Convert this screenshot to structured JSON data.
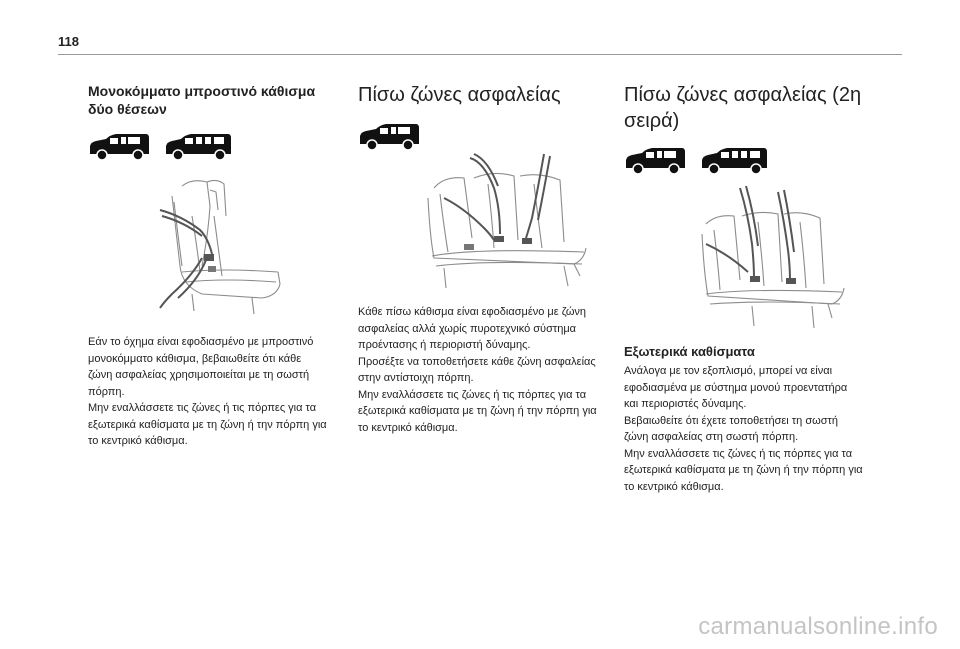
{
  "page": {
    "number": "118"
  },
  "col1": {
    "title": "Μονοκόμματο μπροστινό κάθισμα δύο θέσεων",
    "icons": [
      "van-short-icon",
      "van-long-icon"
    ],
    "paragraphs": [
      "Εάν το όχημα είναι εφοδιασμένο με μπροστινό μονοκόμματο κάθισμα, βεβαιωθείτε ότι κάθε ζώνη ασφαλείας χρησιμοποιείται με τη σωστή πόρπη.",
      "Μην εναλλάσσετε τις ζώνες ή τις πόρπες για τα εξωτερικά καθίσματα με τη ζώνη ή την πόρπη για το κεντρικό κάθισμα."
    ]
  },
  "col2": {
    "title": "Πίσω ζώνες ασφαλείας",
    "icons": [
      "van-short-icon"
    ],
    "paragraphs": [
      "Κάθε πίσω κάθισμα είναι εφοδιασμένο με ζώνη ασφαλείας αλλά χωρίς πυροτεχνικό σύστημα προέντασης ή περιοριστή δύναμης.",
      "Προσέξτε να τοποθετήσετε κάθε ζώνη ασφαλείας στην αντίστοιχη πόρπη.",
      "Μην εναλλάσσετε τις ζώνες ή τις πόρπες για τα εξωτερικά καθίσματα με τη ζώνη ή την πόρπη για το κεντρικό κάθισμα."
    ]
  },
  "col3": {
    "title": "Πίσω ζώνες ασφαλείας (2η σειρά)",
    "icons": [
      "van-short-icon",
      "van-long-icon"
    ],
    "subtitle": "Εξωτερικά καθίσματα",
    "paragraphs": [
      "Ανάλογα με τον εξοπλισμό, μπορεί να είναι εφοδιασμένα με σύστημα μονού προεντατήρα και περιοριστές δύναμης.",
      "Βεβαιωθείτε ότι έχετε τοποθετήσει τη σωστή ζώνη ασφαλείας στη σωστή πόρπη.",
      "Μην εναλλάσσετε τις ζώνες ή τις πόρπες για τα εξωτερικά καθίσματα με τη ζώνη ή την πόρπη για το κεντρικό κάθισμα."
    ]
  },
  "watermark": "carmanualsonline.info"
}
